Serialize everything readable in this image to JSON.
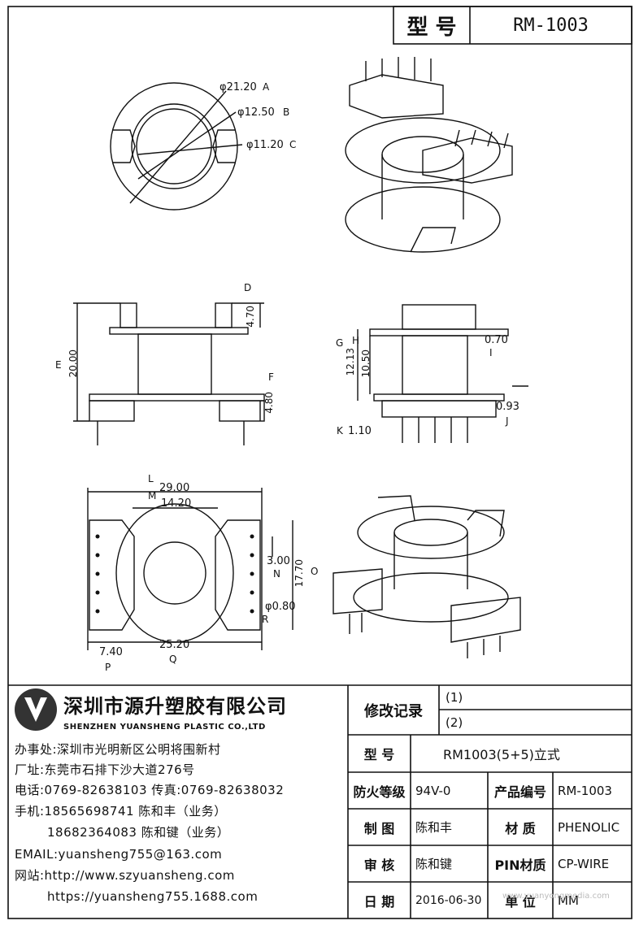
{
  "title_block": {
    "model_label": "型 号",
    "model_value": "RM-1003"
  },
  "dimensions": {
    "a": "φ21.20",
    "b": "φ12.50",
    "c": "φ11.20",
    "d": "4.70",
    "e": "20.00",
    "f": "4.80",
    "g": "12.13",
    "h": "10.50",
    "i": "0.70",
    "j": "0.93",
    "k": "1.10",
    "l": "29.00",
    "m": "14.20",
    "n": "3.00",
    "o": "17.70",
    "p": "7.40",
    "q": "25.20",
    "r": "φ0.80"
  },
  "markers": [
    "A",
    "B",
    "C",
    "D",
    "E",
    "F",
    "G",
    "H",
    "I",
    "J",
    "K",
    "L",
    "M",
    "N",
    "O",
    "P",
    "Q",
    "R"
  ],
  "company": {
    "name_cn": "深圳市源升塑胶有限公司",
    "name_en": "SHENZHEN YUANSHENG PLASTIC CO.,LTD",
    "lines": [
      "办事处:深圳市光明新区公明将围新村",
      "厂址:东莞市石排下沙大道276号",
      "电话:0769-82638103 传真:0769-82638032",
      "手机:18565698741 陈和丰（业务）",
      "18682364083 陈和键（业务）",
      "EMAIL:yuansheng755@163.com",
      "网站:http://www.szyuansheng.com",
      "https://yuansheng755.1688.com"
    ]
  },
  "revision": {
    "label": "修改记录",
    "rows": [
      "(1)",
      "(2)"
    ]
  },
  "spec": {
    "model_label": "型 号",
    "model_value": "RM1003(5+5)立式",
    "fire_label": "防火等级",
    "fire_value": "94V-0",
    "product_no_label": "产品编号",
    "product_no_value": "RM-1003",
    "drawn_label": "制 图",
    "drawn_value": "陈和丰",
    "material_label": "材 质",
    "material_value": "PHENOLIC",
    "checked_label": "审 核",
    "checked_value": "陈和键",
    "pin_label": "PIN材质",
    "pin_value": "CP-WIRE",
    "date_label": "日 期",
    "date_value": "2016-06-30",
    "unit_label": "单 位",
    "unit_value": "MM"
  },
  "watermark": "www.yuanyongmedia.com"
}
